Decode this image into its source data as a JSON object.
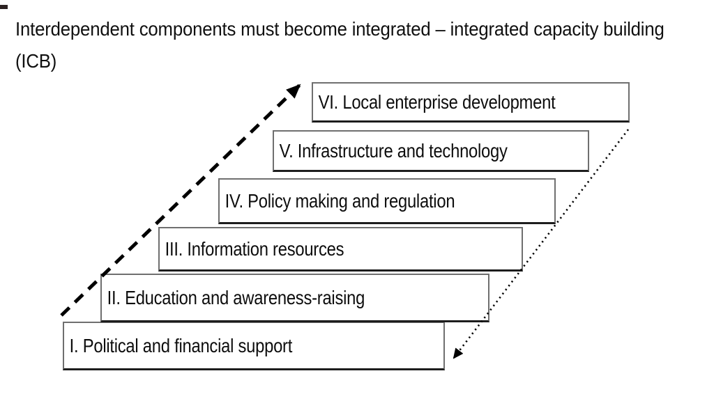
{
  "title": {
    "line1": "Interdependent components must become integrated – integrated capacity building",
    "line2": "(ICB)",
    "color": "#101010"
  },
  "diagram": {
    "steps": [
      {
        "id": "I",
        "label": "I. Political and financial support"
      },
      {
        "id": "II",
        "label": "II. Education and awareness-raising"
      },
      {
        "id": "III",
        "label": "III. Information resources"
      },
      {
        "id": "IV",
        "label": "IV. Policy making and regulation"
      },
      {
        "id": "V",
        "label": "V. Infrastructure and technology"
      },
      {
        "id": "VI",
        "label": "VI. Local enterprise development"
      }
    ],
    "arrows": {
      "ascending": {
        "style": "dashed",
        "direction": "up-right",
        "color": "#000000"
      },
      "descending": {
        "style": "dotted",
        "direction": "down-left",
        "color": "#000000"
      }
    },
    "box_fill": "#ffffff",
    "box_border_color": "#6f6f6f",
    "box_border_bottom_color": "#1d1d1d",
    "text_color": "#0d0d0d",
    "background_color": "#ffffff"
  }
}
